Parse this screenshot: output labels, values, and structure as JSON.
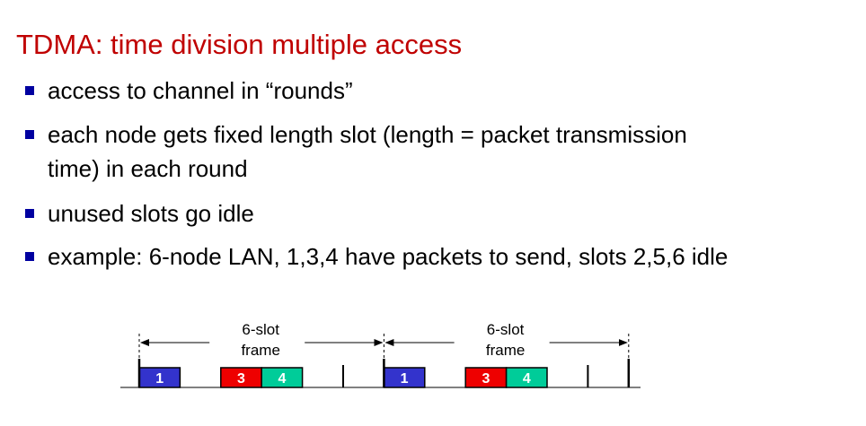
{
  "title": "TDMA: time division multiple access",
  "bullets": [
    {
      "lines": [
        "access to channel in “rounds”"
      ]
    },
    {
      "lines": [
        "each node gets fixed length slot (length = packet transmission",
        "time) in each round"
      ]
    },
    {
      "lines": [
        "unused slots go idle"
      ]
    },
    {
      "lines": [
        "example: 6-node LAN, 1,3,4 have packets to send, slots 2,5,6 idle"
      ]
    }
  ],
  "diagram": {
    "frame_label_line1": "6-slot",
    "frame_label_line2": "frame",
    "frames": 2,
    "slots_per_frame": 6,
    "slots": [
      {
        "slot": 1,
        "label": "1",
        "color": "#3333cc"
      },
      {
        "slot": 2,
        "label": "",
        "color": null
      },
      {
        "slot": 3,
        "label": "3",
        "color": "#ee0000"
      },
      {
        "slot": 4,
        "label": "4",
        "color": "#00cc99"
      },
      {
        "slot": 5,
        "label": "",
        "color": null
      },
      {
        "slot": 6,
        "label": "",
        "color": null
      }
    ]
  },
  "colors": {
    "title": "#c00000",
    "bullet": "#0000a0"
  }
}
